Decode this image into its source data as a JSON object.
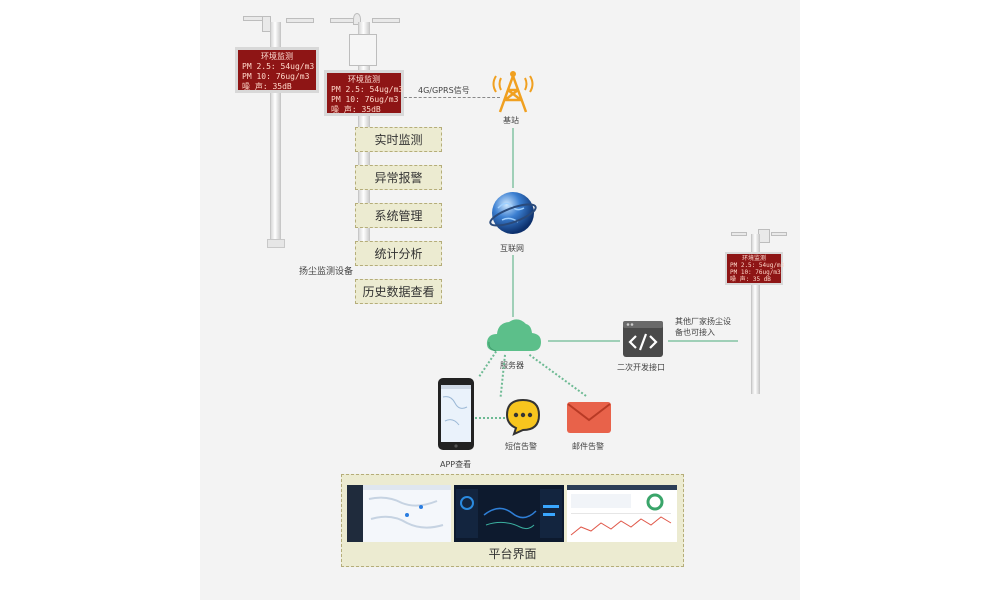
{
  "led_main": {
    "title": "环境监测",
    "row1": "PM 2.5: 54ug/m3",
    "row2": "PM 10: 76ug/m3",
    "row3": "噪  声: 35dB"
  },
  "led_small": {
    "title": "环境监测",
    "row1": "PM 2.5: 54ug/m3",
    "row2": "PM 10: 76ug/m3",
    "row3": "噪  声: 35 dB"
  },
  "labels": {
    "signal": "4G/GPRS信号",
    "base_station": "基站",
    "devices": "扬尘监测设备",
    "internet": "互联网",
    "server": "服务器",
    "api": "二次开发接口",
    "other_devices": "其他厂家扬尘设\n备也可接入",
    "app": "APP查看",
    "sms": "短信告警",
    "email": "邮件告警",
    "platform": "平台界面"
  },
  "features": [
    "实时监测",
    "异常报警",
    "系统管理",
    "统计分析",
    "历史数据查看"
  ],
  "icons": [
    "tower-icon",
    "globe-icon",
    "cloud-icon",
    "code-icon",
    "phone-icon",
    "chat-icon",
    "envelope-icon"
  ],
  "colors": {
    "led_bg": "#8e1515",
    "cloud": "#5cbf8a",
    "feature_bg": "#ecebd1",
    "platform_bg": "#ecebd1",
    "tower": "#f0a020"
  }
}
